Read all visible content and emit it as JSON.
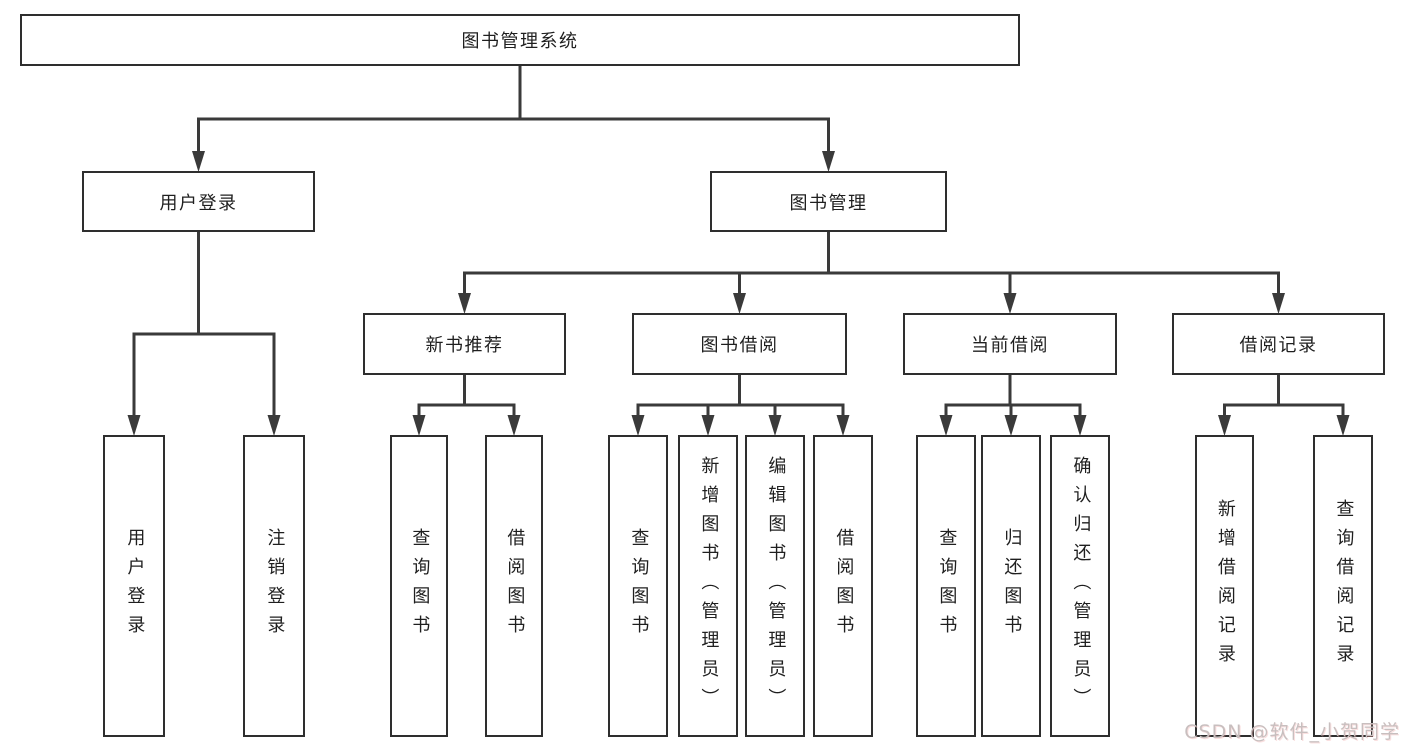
{
  "diagram": {
    "nodes": {
      "root": {
        "label": "图书管理系统"
      },
      "user_login": {
        "label": "用户登录"
      },
      "book_mgmt": {
        "label": "图书管理"
      },
      "new_book_rec": {
        "label": "新书推荐"
      },
      "book_borrow": {
        "label": "图书借阅"
      },
      "current_borrow": {
        "label": "当前借阅"
      },
      "borrow_records": {
        "label": "借阅记录"
      },
      "leaf_user_login": {
        "label": "用户登录"
      },
      "leaf_logout": {
        "label": "注销登录"
      },
      "leaf_nb_query": {
        "label": "查询图书"
      },
      "leaf_nb_borrow": {
        "label": "借阅图书"
      },
      "leaf_bb_query": {
        "label": "查询图书"
      },
      "leaf_bb_add": {
        "label": "新增图书（管理员）"
      },
      "leaf_bb_edit": {
        "label": "编辑图书（管理员）"
      },
      "leaf_bb_borrow": {
        "label": "借阅图书"
      },
      "leaf_cb_query": {
        "label": "查询图书"
      },
      "leaf_cb_return": {
        "label": "归还图书"
      },
      "leaf_cb_confirm": {
        "label": "确认归还（管理员）"
      },
      "leaf_br_add": {
        "label": "新增借阅记录"
      },
      "leaf_br_query": {
        "label": "查询借阅记录"
      }
    },
    "edges": [
      {
        "from": "root",
        "to": [
          "user_login",
          "book_mgmt"
        ]
      },
      {
        "from": "user_login",
        "to": [
          "leaf_user_login",
          "leaf_logout"
        ]
      },
      {
        "from": "book_mgmt",
        "to": [
          "new_book_rec",
          "book_borrow",
          "current_borrow",
          "borrow_records"
        ]
      },
      {
        "from": "new_book_rec",
        "to": [
          "leaf_nb_query",
          "leaf_nb_borrow"
        ]
      },
      {
        "from": "book_borrow",
        "to": [
          "leaf_bb_query",
          "leaf_bb_add",
          "leaf_bb_edit",
          "leaf_bb_borrow"
        ]
      },
      {
        "from": "current_borrow",
        "to": [
          "leaf_cb_query",
          "leaf_cb_return",
          "leaf_cb_confirm"
        ]
      },
      {
        "from": "borrow_records",
        "to": [
          "leaf_br_add",
          "leaf_br_query"
        ]
      }
    ],
    "colors": {
      "line": "#3a3a3a",
      "box_border": "#2e2e2e",
      "text": "#1f1f1f",
      "watermark": "#c8bfbf"
    }
  },
  "watermark": {
    "text": "CSDN @软件_小贺同学"
  }
}
